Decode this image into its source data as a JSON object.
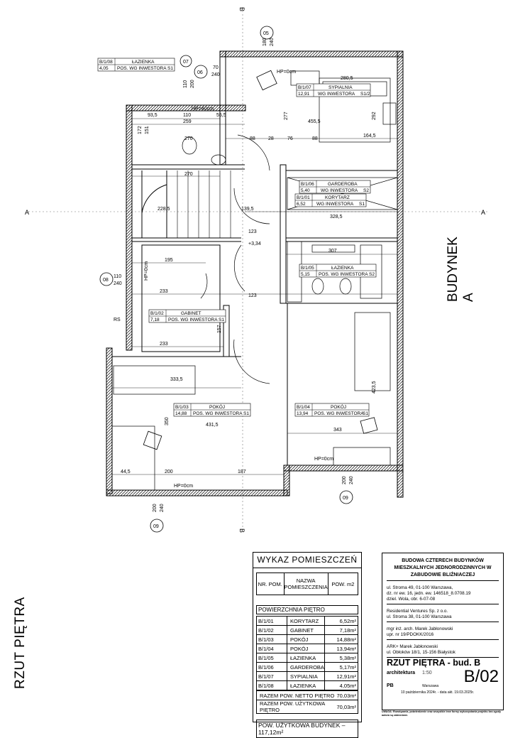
{
  "drawing": {
    "side_label": "RZUT PIĘTRA",
    "building_label": "BUDYNEK A",
    "axes": {
      "a_left": "A",
      "a_right": "A",
      "b_top": "B",
      "b_bottom": "B"
    },
    "grid_markers": [
      "05",
      "06",
      "07",
      "08",
      "09",
      "09"
    ],
    "room_tags": [
      {
        "no": "B/1/08",
        "name": "ŁAZIENKA",
        "area": "4,05",
        "finish": "POS. WG INWESTORA",
        "cls": "S1"
      },
      {
        "no": "B/1/07",
        "name": "SYPIALNIA",
        "area": "12,91",
        "finish": "WG INWESTORA",
        "cls": "S1/2"
      },
      {
        "no": "B/1/06",
        "name": "GARDEROBA",
        "area": "5,40",
        "finish": "WG INWESTORA",
        "cls": "S2"
      },
      {
        "no": "B/1/01",
        "name": "KORYTARZ",
        "area": "6,52",
        "finish": "WG INWESTORA",
        "cls": "S1"
      },
      {
        "no": "B/1/05",
        "name": "ŁAZIENKA",
        "area": "5,15",
        "finish": "POS. WG INWESTORA",
        "cls": "S2"
      },
      {
        "no": "B/1/02",
        "name": "GABINET",
        "area": "7,18",
        "finish": "POS. WG INWESTORA",
        "cls": "S1"
      },
      {
        "no": "B/1/03",
        "name": "POKÓJ",
        "area": "14,88",
        "finish": "POS. WG INWESTORA",
        "cls": "S1"
      },
      {
        "no": "B/1/04",
        "name": "POKÓJ",
        "area": "13,94",
        "finish": "POS. WG INWESTORA",
        "cls": "S1"
      }
    ],
    "notes": {
      "hp0a": "HP=0cm",
      "hp40": "HP=40cm",
      "hp0b": "HP=0cm",
      "hp0c": "HP=0cm",
      "hp0d": "HP=0cm",
      "level": "+3,34",
      "rs": "RS"
    },
    "dims": [
      "93,5",
      "110",
      "55,5",
      "259",
      "270",
      "270",
      "455,5",
      "164,5",
      "280,5",
      "277",
      "292",
      "139,5",
      "328,5",
      "228,5",
      "123",
      "123",
      "307",
      "195",
      "233",
      "233",
      "157",
      "333,5",
      "431,5",
      "343",
      "423,5",
      "200",
      "187",
      "44,5",
      "350",
      "172",
      "151",
      "88",
      "28",
      "76",
      "88",
      "70",
      "240",
      "110",
      "200",
      "180",
      "240",
      "110",
      "240",
      "200",
      "240",
      "200",
      "240"
    ]
  },
  "schedule": {
    "title": "WYKAZ POMIESZCZEŃ",
    "col_no": "NR. POM.",
    "col_name": "NAZWA POMIESZCZENIA",
    "col_area": "POW. m2",
    "section": "POWIERZCHNIA PIĘTRO",
    "rows": [
      {
        "no": "B/1/01",
        "name": "KORYTARZ",
        "area": "6,52m²"
      },
      {
        "no": "B/1/02",
        "name": "GABINET",
        "area": "7,18m²"
      },
      {
        "no": "B/1/03",
        "name": "POKÓJ",
        "area": "14,88m²"
      },
      {
        "no": "B/1/04",
        "name": "POKÓJ",
        "area": "13,94m²"
      },
      {
        "no": "B/1/05",
        "name": "ŁAZIENKA",
        "area": "5,38m²"
      },
      {
        "no": "B/1/06",
        "name": "GARDEROBA",
        "area": "5,17m²"
      },
      {
        "no": "B/1/07",
        "name": "SYPIALNIA",
        "area": "12,91m²"
      },
      {
        "no": "B/1/08",
        "name": "ŁAZIENKA",
        "area": "4,05m²"
      }
    ],
    "net_label": "RAZEM POW. NETTO PIĘTRO",
    "net_value": "70,03m²",
    "usable_label": "RAZEM POW. UŻYTKOWA PIĘTRO",
    "usable_value": "70,03m²",
    "building_total": "POW. UŻYTKOWA BUDYNEK – 117,12m²"
  },
  "title_block": {
    "project": "BUDOWA CZTERECH BUDYNKÓW MIESZKALNYCH JEDNORODZINNYCH W ZABUDOWIE BLIŹNIACZEJ",
    "location": [
      "ul. Stroma 49, 01-100 Warszawa,",
      "dz. nr ew. 16, jedn. ew. 146518_8.0708.19",
      "dziel. Wola, obr. 6-07-08"
    ],
    "investor": [
      "Residential Ventures Sp. z o.o.",
      "ul. Stroma 38, 01-100 Warszawa"
    ],
    "designer": [
      "mgr inż. arch. Marek Jabłonowski",
      "upr. nr 19/PDOKK/2016"
    ],
    "office": [
      "ARK+ Marek Jabłonowski",
      "ul. Obłoków 18/1, 15-156 Białystok"
    ],
    "drawing_title": "RZUT PIĘTRA - bud. B",
    "branch": "architektura",
    "scale": "1:50",
    "sheet": "B/02",
    "stage": "PB",
    "place": "Warszawa",
    "date": "10 października 2024r. - data akt. 19.03.2025r."
  },
  "footer_note": "UWAGA: Rozwiązania, potwierdzenie oraz wszystkie inne formy wykorzystania projektu bez zgody autora są zabronione."
}
